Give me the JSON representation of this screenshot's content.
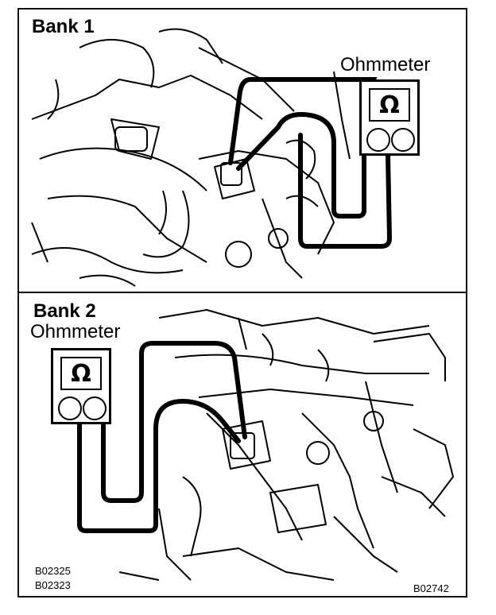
{
  "bank1": {
    "title": "Bank 1",
    "meter_label": "Ohmmeter",
    "meter_symbol": "Ω"
  },
  "bank2": {
    "title": "Bank 2",
    "meter_label": "Ohmmeter",
    "meter_symbol": "Ω"
  },
  "codes": {
    "left_top": "B02325",
    "left_bottom": "B02323",
    "right": "B02742"
  },
  "colors": {
    "ink": "#000000",
    "background": "#ffffff"
  }
}
